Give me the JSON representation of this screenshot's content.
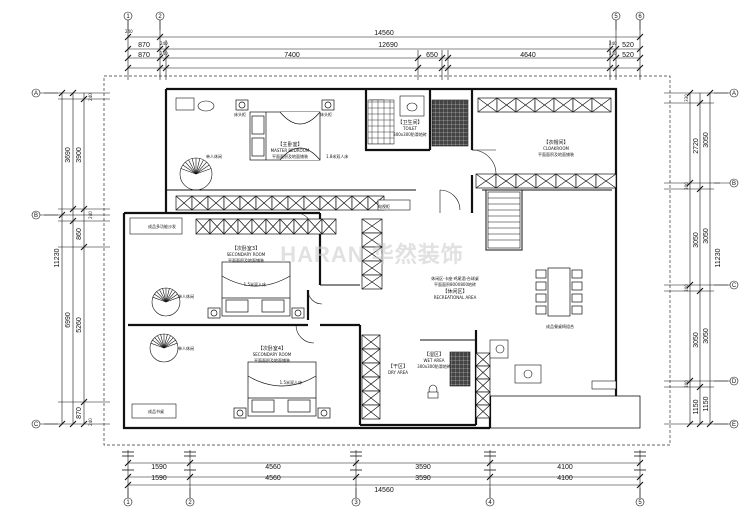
{
  "dimensions": {
    "top_total": "14560",
    "top_row1": [
      "870",
      "12690",
      "520"
    ],
    "top_row2": [
      "870",
      "7400",
      "650",
      "4640",
      "520"
    ],
    "top_small": [
      "240",
      "240",
      "240",
      "240",
      "240"
    ],
    "bottom_row1": [
      "1590",
      "4560",
      "3590",
      "4100"
    ],
    "bottom_row2": [
      "1590",
      "4560",
      "3590",
      "4100"
    ],
    "bottom_total": "14560",
    "left_total": "11230",
    "left_outer": [
      "3690",
      "6990"
    ],
    "left_inner": [
      "3900",
      "860",
      "5260",
      "870"
    ],
    "left_small": [
      "240",
      "240",
      "240"
    ],
    "right_total": "11230",
    "right_outer": [
      "3050",
      "3050",
      "3050",
      "1150"
    ],
    "right_inner": [
      "2720",
      "3050",
      "3050",
      "1150"
    ],
    "right_small": [
      "330",
      "300",
      "300",
      "300"
    ]
  },
  "axes": {
    "top": [
      "1",
      "2",
      "5",
      "6"
    ],
    "bottom": [
      "1",
      "2",
      "3",
      "4",
      "5"
    ],
    "left": [
      "A",
      "B",
      "C"
    ],
    "right": [
      "A",
      "B",
      "C",
      "D",
      "E"
    ]
  },
  "rooms": {
    "master": {
      "cn": "【主卧室】",
      "en": "MASTER BEDROOM",
      "note": "平面面积及地面铺装"
    },
    "toilet": {
      "cn": "【卫生间】",
      "en": "TOILET",
      "note": "300x300防滑地砖"
    },
    "cloak": {
      "cn": "【衣帽间】",
      "en": "CLOAKROOM",
      "note": "平面面积及地面铺装"
    },
    "second3": {
      "cn": "【次卧室3】",
      "en": "SECONDARY ROOM",
      "note": "平面面积及地面铺装"
    },
    "second4": {
      "cn": "【次卧室4】",
      "en": "SECONDARY ROOM",
      "note": "平面面积及地面铺装"
    },
    "recreation": {
      "cn": "【休闲区】",
      "en": "RECREATIONAL AREA",
      "lines": [
        "休闲区·卡座·鸡尾酒·台球桌",
        "平面面积800X800地砖"
      ]
    },
    "dry": {
      "cn": "【干区】",
      "en": "DRY AREA"
    },
    "wet": {
      "cn": "【湿区】",
      "en": "WET AREA",
      "note": "300x300防滑地砖"
    }
  },
  "labels": {
    "bed_master": "1.8米双人床",
    "bed3": "1.5米双人床",
    "bed4": "1.5米双人床",
    "chair": "单人休闲",
    "table": "成品餐桌椅组合",
    "sofa": "成品多功能沙发",
    "desk": "成品书桌",
    "tv": "电视柜",
    "nightstand": "床头柜"
  },
  "watermark": "HARAN 华然装饰"
}
